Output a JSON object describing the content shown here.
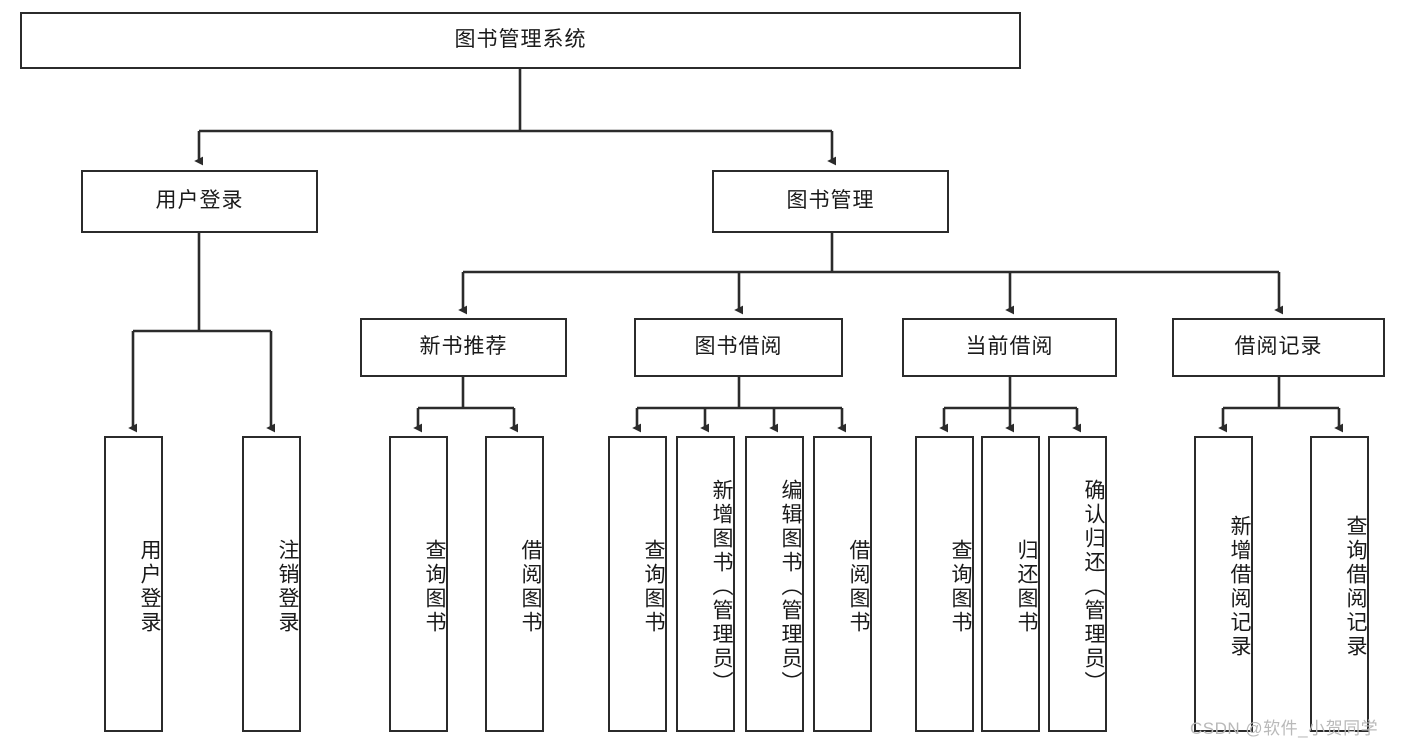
{
  "diagram": {
    "title": "图书管理系统",
    "type": "tree-hierarchy-diagram",
    "style": {
      "box_border_color": "#2b2b2b",
      "box_fill_color": "#ffffff",
      "edge_color": "#2b2b2b",
      "text_color": "#1a1a1a",
      "background": "#ffffff"
    },
    "root": {
      "label": "图书管理系统"
    },
    "level2": [
      {
        "label": "用户登录"
      },
      {
        "label": "图书管理"
      }
    ],
    "level3": [
      {
        "label": "新书推荐"
      },
      {
        "label": "图书借阅"
      },
      {
        "label": "当前借阅"
      },
      {
        "label": "借阅记录"
      }
    ],
    "leaves": {
      "user_login": [
        {
          "label": "用户登录"
        },
        {
          "label": "注销登录"
        }
      ],
      "new_book_recommend": [
        {
          "label": "查询图书"
        },
        {
          "label": "借阅图书"
        }
      ],
      "book_borrow": [
        {
          "label": "查询图书"
        },
        {
          "label": "新增图书（管理员）"
        },
        {
          "label": "编辑图书（管理员）"
        },
        {
          "label": "借阅图书"
        }
      ],
      "current_borrow": [
        {
          "label": "查询图书"
        },
        {
          "label": "归还图书"
        },
        {
          "label": "确认归还（管理员）"
        }
      ],
      "borrow_record": [
        {
          "label": "新增借阅记录"
        },
        {
          "label": "查询借阅记录"
        }
      ]
    }
  },
  "watermark": {
    "text": "CSDN @软件_小贺同学"
  }
}
